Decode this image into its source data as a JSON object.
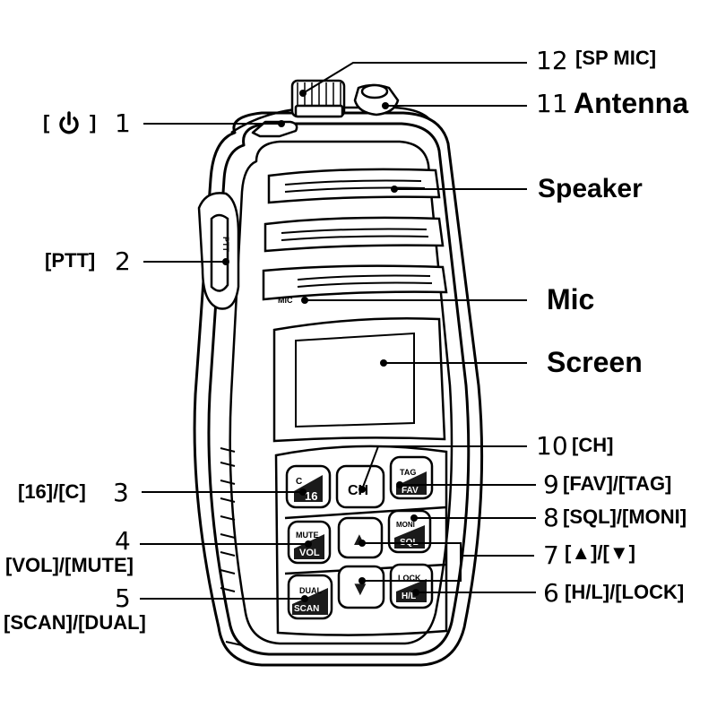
{
  "callouts": {
    "sp_mic": {
      "number": "12",
      "label": "[SP MIC]"
    },
    "antenna": {
      "number": "11",
      "label": "Antenna"
    },
    "speaker": {
      "label": "Speaker"
    },
    "mic": {
      "label": "Mic"
    },
    "screen": {
      "label": "Screen"
    },
    "ch": {
      "number": "10",
      "label": "[CH]"
    },
    "fav_tag": {
      "number": "9",
      "label": "[FAV]/[TAG]"
    },
    "sql_moni": {
      "number": "8",
      "label": "[SQL]/[MONI]"
    },
    "up_down": {
      "number": "7",
      "label": "[▲]/[▼]"
    },
    "hl_lock": {
      "number": "6",
      "label": "[H/L]/[LOCK]"
    },
    "power": {
      "number": "1",
      "label_left": "[",
      "label_right": "]"
    },
    "ptt": {
      "number": "2",
      "label": "[PTT]"
    },
    "c16": {
      "number": "3",
      "label": "[16]/[C]"
    },
    "vol_mute": {
      "number": "4",
      "label": "[VOL]/[MUTE]"
    },
    "scan_dual": {
      "number": "5",
      "label": "[SCAN]/[DUAL]"
    }
  },
  "radio": {
    "ptt_text": "PTT",
    "mic_text": "MIC",
    "keys": {
      "c16": {
        "top": "C",
        "bottom": "16"
      },
      "ch": {
        "main": "CH"
      },
      "fav_tag": {
        "top": "TAG",
        "bottom": "FAV"
      },
      "vol_mute": {
        "top": "MUTE",
        "bottom": "VOL"
      },
      "up": {
        "glyph": "▲"
      },
      "sql_moni": {
        "top": "MONI",
        "bottom": "SQL"
      },
      "scan_dual": {
        "top": "DUAL",
        "bottom": "SCAN"
      },
      "down": {
        "glyph": "▼"
      },
      "hl_lock": {
        "top": "LOCK",
        "bottom": "H/L"
      }
    }
  },
  "colors": {
    "line": "#000000",
    "background": "#ffffff",
    "key_dark": "#1a1a1a"
  }
}
